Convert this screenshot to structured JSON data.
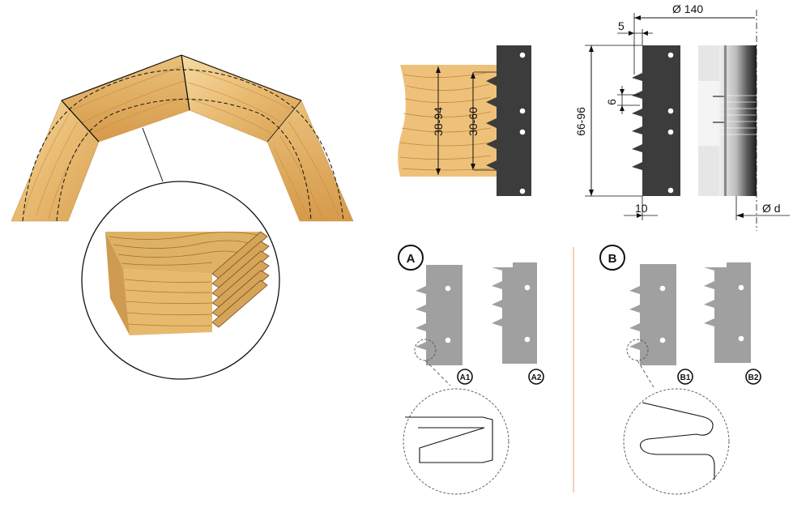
{
  "dimensions": {
    "diameter_outer": "Ø 140",
    "diameter_bore": "Ø d",
    "offset": "5",
    "pitch": "6",
    "height_total": "66-96",
    "thickness": "10",
    "work_height": "38-94",
    "profile_depth": "30-60"
  },
  "variants": {
    "a": {
      "label": "A",
      "sub1": "A1",
      "sub2": "A2"
    },
    "b": {
      "label": "B",
      "sub1": "B1",
      "sub2": "B2"
    }
  },
  "colors": {
    "wood_light": "#f2cf8e",
    "wood_mid": "#e7b56a",
    "wood_dark": "#c98c3c",
    "blade_dark": "#3a3a3a",
    "blade_gray": "#9b9b9b",
    "divider": "#e8b48a"
  }
}
